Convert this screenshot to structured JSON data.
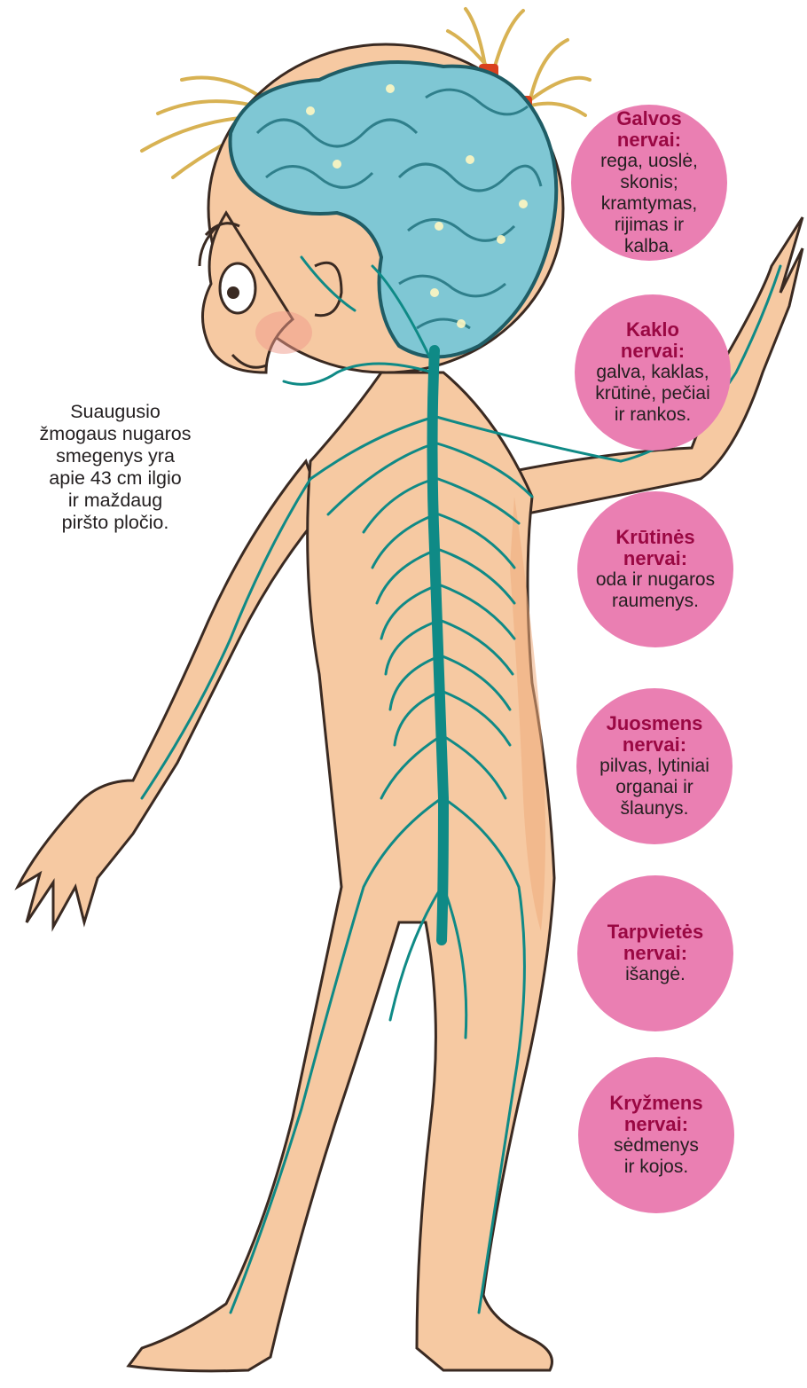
{
  "side_note": [
    "Suaugusio",
    "žmogaus nugaros",
    "smegenys yra",
    "apie 43 cm ilgio",
    "ir maždaug",
    "piršto pločio."
  ],
  "bubbles": [
    {
      "title": [
        "Galvos",
        "nervai:"
      ],
      "text": [
        "rega, uoslė,",
        "skonis;",
        "kramtymas,",
        "rijimas ir",
        "kalba."
      ]
    },
    {
      "title": [
        "Kaklo",
        "nervai:"
      ],
      "text": [
        "galva, kaklas,",
        "krūtinė, pečiai",
        "ir rankos."
      ]
    },
    {
      "title": [
        "Krūtinės",
        "nervai:"
      ],
      "text": [
        "oda ir nugaros",
        "raumenys."
      ]
    },
    {
      "title": [
        "Juosmens",
        "nervai:"
      ],
      "text": [
        "pilvas, lytiniai",
        "organai ir",
        "šlaunys."
      ]
    },
    {
      "title": [
        "Tarpvietės",
        "nervai:"
      ],
      "text": [
        "išangė."
      ]
    },
    {
      "title": [
        "Kryžmens",
        "nervai:"
      ],
      "text": [
        "sėdmenys",
        "ir kojos."
      ]
    }
  ],
  "colors": {
    "skin": "#f6c9a2",
    "skin_shadow": "#eeab7c",
    "outline": "#3a2a22",
    "nerve": "#0f8a86",
    "brain": "#7fc7d4",
    "hair": "#e2c06a",
    "bubble": "#ea7fb2",
    "bubble_title": "#9a0843"
  }
}
